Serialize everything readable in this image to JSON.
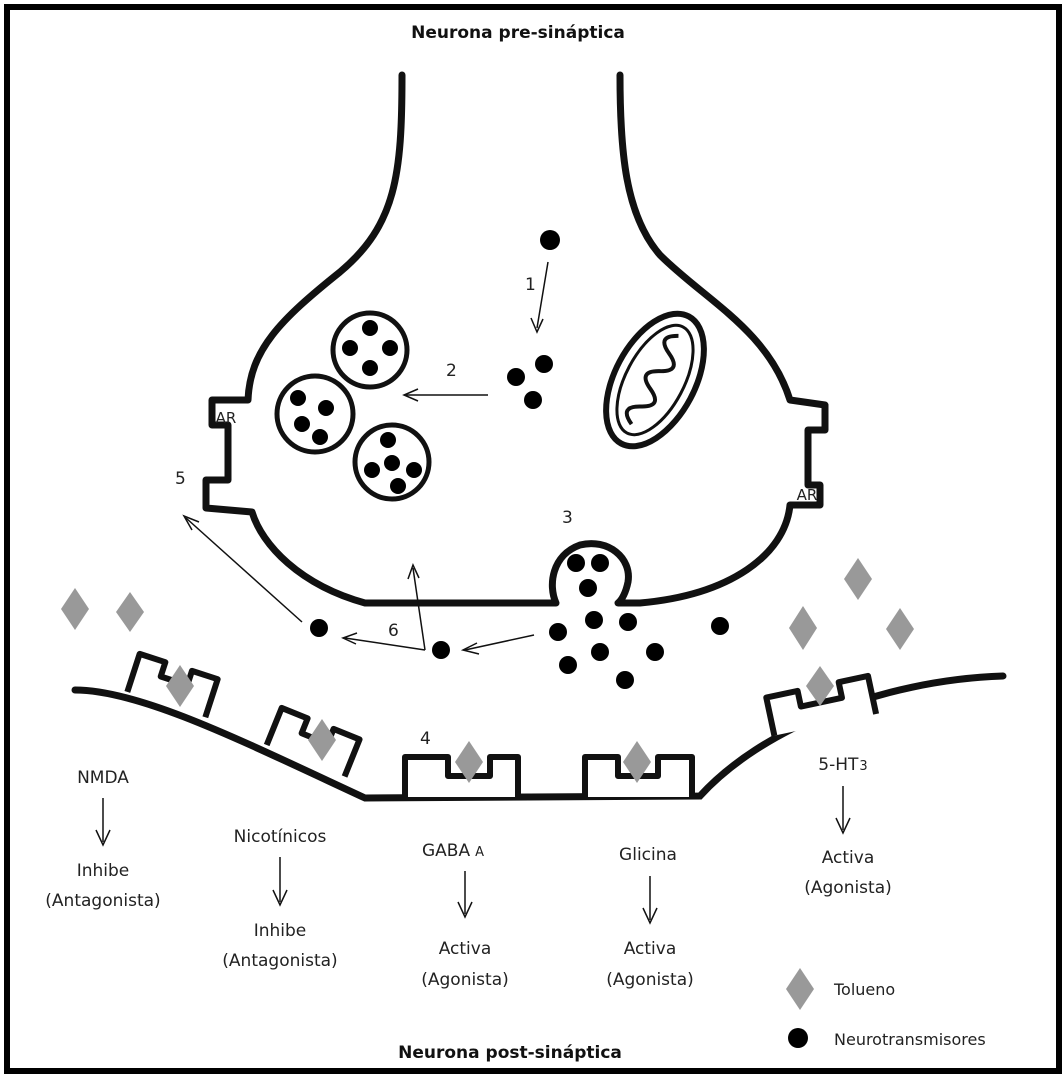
{
  "title_top": "Neurona pre-sináptica",
  "title_bottom": "Neurona post-sináptica",
  "steps": [
    "1",
    "2",
    "3",
    "4",
    "5",
    "6"
  ],
  "autoreceptor_label": "AR",
  "receptors": [
    {
      "name": "NMDA",
      "sub": "",
      "effect": "Inhibe",
      "type": "(Antagonista)"
    },
    {
      "name": "Nicotínicos",
      "sub": "",
      "effect": "Inhibe",
      "type": "(Antagonista)"
    },
    {
      "name": "GABA",
      "sub": "A",
      "effect": "Activa",
      "type": "(Agonista)"
    },
    {
      "name": "Glicina",
      "sub": "",
      "effect": "Activa",
      "type": "(Agonista)"
    },
    {
      "name": "5-HT",
      "sub": "3",
      "effect": "Activa",
      "type": "(Agonista)"
    }
  ],
  "legend": {
    "toluene": "Tolueno",
    "neurotransmitter": "Neurotransmisores"
  },
  "colors": {
    "toluene": "#999999",
    "neurotransmitter": "#000000",
    "line": "#111111"
  }
}
